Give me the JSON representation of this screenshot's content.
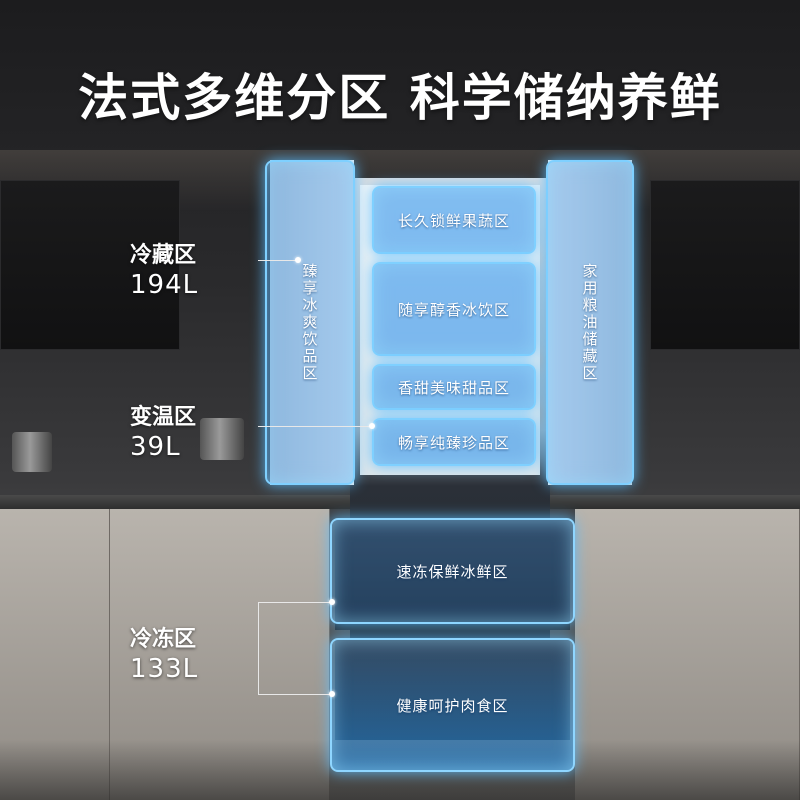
{
  "title": "法式多维分区 科学储纳养鲜",
  "zones": {
    "long_fresh": "长久锁鲜果蔬区",
    "drink_zone": "随享醇香冰饮区",
    "dessert_zone": "香甜美味甜品区",
    "treasure_zone": "畅享纯臻珍品区",
    "left_door": "臻享冰爽饮品区",
    "right_door": "家用粮油储藏区",
    "quick_freeze": "速冻保鲜冰鲜区",
    "meat_zone": "健康呵护肉食区"
  },
  "labels": {
    "fridge": {
      "name": "冷藏区",
      "volume": "194L"
    },
    "variable": {
      "name": "变温区",
      "volume": "39L"
    },
    "freezer": {
      "name": "冷冻区",
      "volume": "133L"
    }
  },
  "colors": {
    "zone_glow": "#7fd0ff",
    "zone_fill": "#238ceb"
  }
}
